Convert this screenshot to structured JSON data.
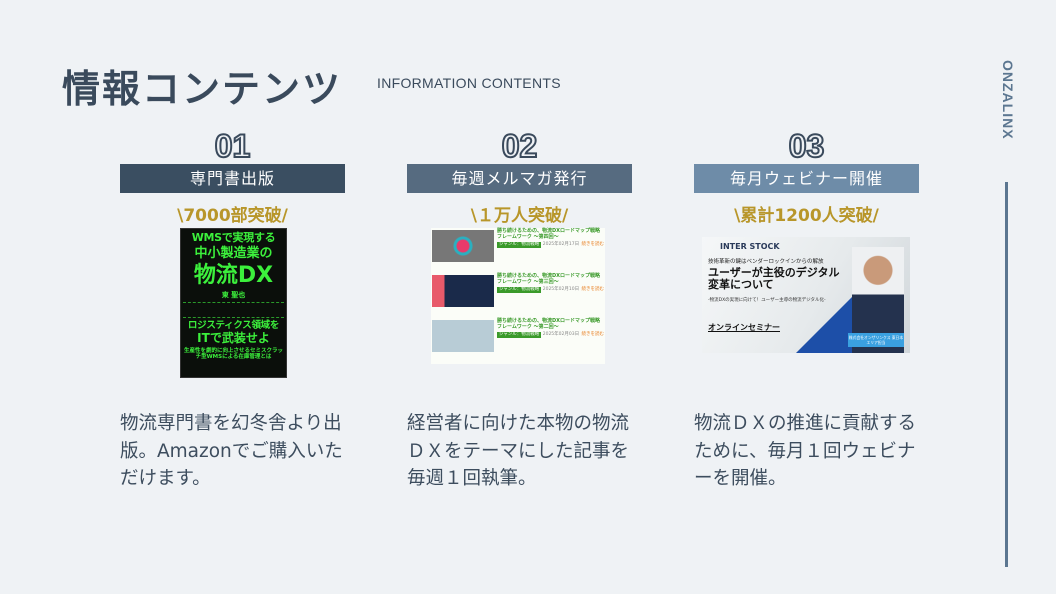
{
  "header": {
    "title": "情報コンテンツ",
    "subtitle": "INFORMATION CONTENTS"
  },
  "brand": "ONZALINX",
  "colors": {
    "box1": "#3a4e61",
    "box2": "#566b80",
    "box3": "#6e8ca8",
    "highlight": "#b8962a",
    "accent_line": "#5b7690"
  },
  "columns": [
    {
      "num": "01",
      "label": "専門書出版",
      "highlight": "\\7000部突破/",
      "desc": "物流専門書を幻冬舎より出版。Amazonでご購入いただけます。",
      "book": {
        "l1": "WMSで実現する",
        "l2": "中小製造業の",
        "l3": "物流DX",
        "author": "東 聖也",
        "l4": "ロジスティクス領域を",
        "l5": "ITで武装せよ",
        "l6": "生産性を劇的に向上させるセミスクラッチ型WMSによる在庫管理とは"
      }
    },
    {
      "num": "02",
      "label": "毎週メルマガ発行",
      "highlight": "\\１万人突破/",
      "desc": "経営者に向けた本物の物流ＤＸをテーマにした記事を毎週１回執筆。",
      "articles": [
        {
          "title": "勝ち続けるための、物流DXロードマップ戦略フレームワーク 〜第四回〜",
          "tag": "ジャンル：物流戦略",
          "date": "2025年02月17日",
          "more": "続きを読む"
        },
        {
          "title": "勝ち続けるための、物流DXロードマップ戦略フレームワーク 〜第三回〜",
          "tag": "ジャンル：物流戦略",
          "date": "2025年02月10日",
          "more": "続きを読む"
        },
        {
          "title": "勝ち続けるための、物流DXロードマップ戦略フレームワーク 〜第二回〜",
          "tag": "ジャンル：物流戦略",
          "date": "2025年02月03日",
          "more": "続きを読む"
        }
      ]
    },
    {
      "num": "03",
      "label": "毎月ウェビナー開催",
      "highlight": "\\累計1200人突破/",
      "desc": "物流ＤＸの推進に貢献するために、毎月１回ウェビナーを開催。",
      "webinar": {
        "logo": "INTER STOCK",
        "t1": "技術革新の鍵はベンダーロックインからの解放",
        "t2": "ユーザーが主役のデジタル変革について",
        "t3": "-物流DXの実現に向けて！ユーザー主導の物流デジタル化-",
        "t4": "オンラインセミナー",
        "badge": "株式会社オンザリンクス 東日本エリア担当"
      }
    }
  ]
}
